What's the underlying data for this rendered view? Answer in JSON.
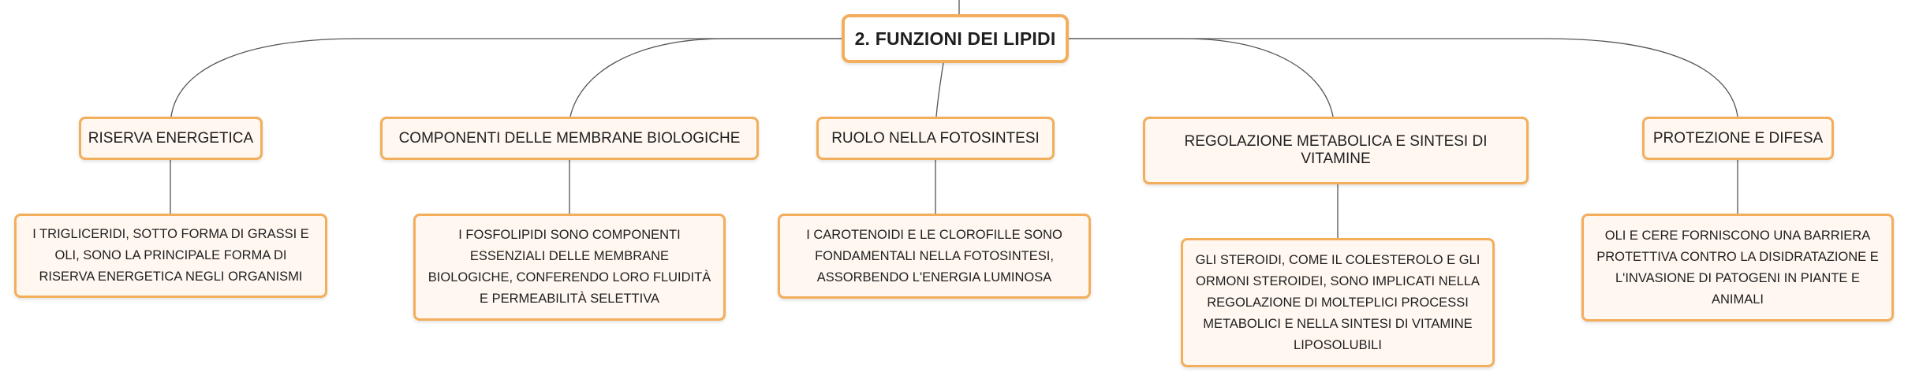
{
  "colors": {
    "node_border": "#f3ae5c",
    "node_fill": "#fff7f0",
    "root_fill": "#ffffff",
    "connector": "#555555",
    "text": "#1f1f1f"
  },
  "root": {
    "label": "2. FUNZIONI DEI LIPIDI"
  },
  "topics": [
    {
      "label": "RISERVA ENERGETICA",
      "detail": "I TRIGLICERIDI, SOTTO FORMA DI GRASSI E OLI, SONO LA PRINCIPALE FORMA DI RISERVA ENERGETICA NEGLI ORGANISMI"
    },
    {
      "label": "COMPONENTI DELLE MEMBRANE BIOLOGICHE",
      "detail": "I FOSFOLIPIDI SONO COMPONENTI ESSENZIALI DELLE MEMBRANE BIOLOGICHE, CONFERENDO LORO FLUIDITÀ E PERMEABILITÀ SELETTIVA"
    },
    {
      "label": "RUOLO NELLA FOTOSINTESI",
      "detail": "I CAROTENOIDI E LE CLOROFILLE SONO FONDAMENTALI NELLA FOTOSINTESI, ASSORBENDO L'ENERGIA LUMINOSA"
    },
    {
      "label": "REGOLAZIONE METABOLICA E SINTESI DI VITAMINE",
      "detail": "GLI STEROIDI, COME IL COLESTEROLO E GLI ORMONI STEROIDEI, SONO IMPLICATI NELLA REGOLAZIONE DI MOLTEPLICI PROCESSI METABOLICI E NELLA SINTESI DI VITAMINE LIPOSOLUBILI"
    },
    {
      "label": "PROTEZIONE E DIFESA",
      "detail": "OLI E CERE FORNISCONO UNA BARRIERA PROTETTIVA CONTRO LA DISIDRATAZIONE E L'INVASIONE DI PATOGENI IN PIANTE E ANIMALI"
    }
  ]
}
